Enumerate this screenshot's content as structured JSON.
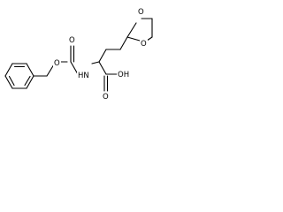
{
  "molecule": {
    "atoms": {
      "ring_o_top": "O",
      "ring_o_bottom": "O",
      "nh": "HN",
      "carbamate_o_double": "O",
      "carbamate_o_ester": "O",
      "acid_o_double": "O",
      "acid_oh": "OH"
    },
    "colors": {
      "bond": "#000000",
      "atom_label": "#000000",
      "background": "#ffffff"
    }
  }
}
